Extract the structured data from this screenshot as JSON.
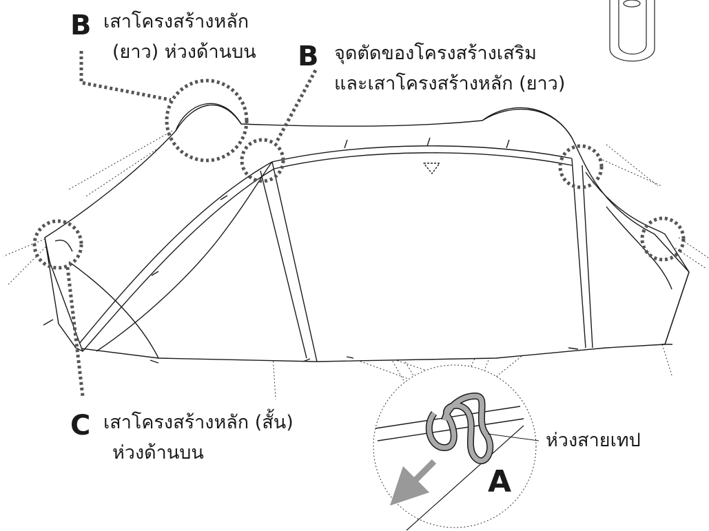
{
  "labels": {
    "b_top_left": {
      "letter": "B",
      "line1": "เสาโครงสร้างหลัก",
      "line2": "(ยาว) ห่วงด้านบน"
    },
    "b_top_center": {
      "letter": "B",
      "line1": "จุดตัดของโครงสร้างเสริม",
      "line2": "และเสาโครงสร้างหลัก (ยาว)"
    },
    "c_bottom_left": {
      "letter": "C",
      "line1": "เสาโครงสร้างหลัก (สั้น)",
      "line2": "ห่วงด้านบน"
    },
    "tape_loop": "ห่วงสายเทป",
    "detail_letter": "A"
  }
}
